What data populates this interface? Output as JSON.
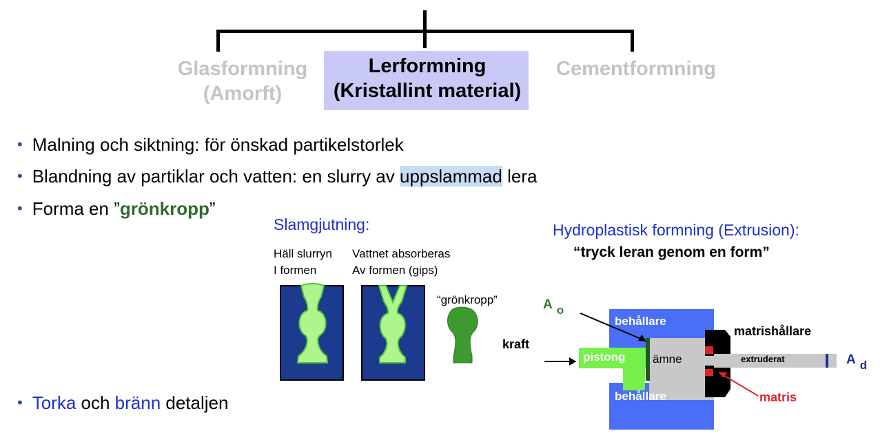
{
  "categories": [
    {
      "line1": "Glasformning",
      "line2": "(Amorft)"
    },
    {
      "line1": "Lerformning",
      "line2": "(Kristallint material)"
    },
    {
      "line1": "Cementformning",
      "line2": ""
    }
  ],
  "bullets": {
    "b1": "Malning och siktning: för önskad partikelstorlek",
    "b2_pre": "Blandning av partiklar och vatten: en slurry av ",
    "b2_hl": "uppslammad",
    "b2_post": " lera",
    "b3_pre": "Forma en ”",
    "b3_bold": "grönkropp",
    "b3_post": "”",
    "b4_w1": "Torka",
    "b4_mid": " och ",
    "b4_w2": "bränn",
    "b4_post": " detaljen",
    "marker": "•"
  },
  "slip_casting": {
    "title": "Slamgjutning:",
    "step1_line1": "Häll slurryn",
    "step1_line2": "I formen",
    "step2_line1": "Vattnet absorberas",
    "step2_line2": "Av formen (gips)",
    "step3": "“grönkropp”"
  },
  "extrusion": {
    "title": "Hydroplastisk formning (Extrusion):",
    "quote": "“tryck leran genom en form”",
    "container_top": "behållare",
    "container_bottom": "behållare",
    "die_holder": "matrishållare",
    "piston": "pistong",
    "billet": "ämne",
    "extrudate": "extruderat",
    "force": "kraft",
    "die": "matris",
    "ao_letter": "A",
    "ao_sub": "o",
    "ad_letter": "A",
    "ad_sub": "d"
  },
  "colors": {
    "container_blue": "#4a6ef5",
    "piston_green": "#76f04a",
    "billet_gray": "#c8c8c8",
    "mold_navy": "#1c3b8f",
    "slurry_green": "#aef58c",
    "greenbody": "#3d9a2f",
    "die_red": "#d9262a",
    "highlight": "#c9c9f7"
  }
}
